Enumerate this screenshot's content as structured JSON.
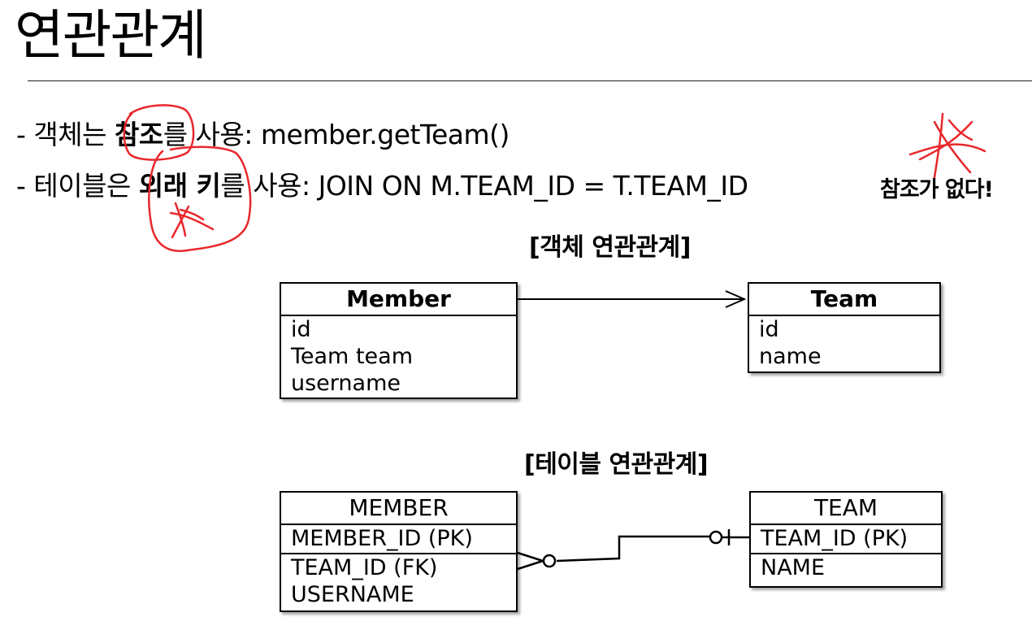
{
  "slide": {
    "title": "연관관계",
    "bullets": [
      {
        "prefix": "- 객체는 ",
        "bold": "참조",
        "suffix": "를 사용: member.getTeam()"
      },
      {
        "prefix": "- 테이블은 ",
        "bold": "외래 키",
        "suffix": "를 사용: JOIN ON M.TEAM_ID = T.TEAM_ID"
      }
    ],
    "note": "참조가 없다!"
  },
  "object_diagram": {
    "heading": "[객체 연관관계]",
    "member": {
      "name": "Member",
      "attrs": [
        "id",
        "Team team",
        "username"
      ]
    },
    "team": {
      "name": "Team",
      "attrs": [
        "id",
        "name"
      ]
    }
  },
  "table_diagram": {
    "heading": "[테이블 연관관계]",
    "member": {
      "name": "MEMBER",
      "attrs": [
        "MEMBER_ID (PK)",
        "TEAM_ID (FK)",
        "USERNAME"
      ]
    },
    "team": {
      "name": "TEAM",
      "attrs": [
        "TEAM_ID (PK)",
        "NAME"
      ]
    }
  },
  "colors": {
    "annotation": "#e8272b",
    "text": "#000000"
  }
}
